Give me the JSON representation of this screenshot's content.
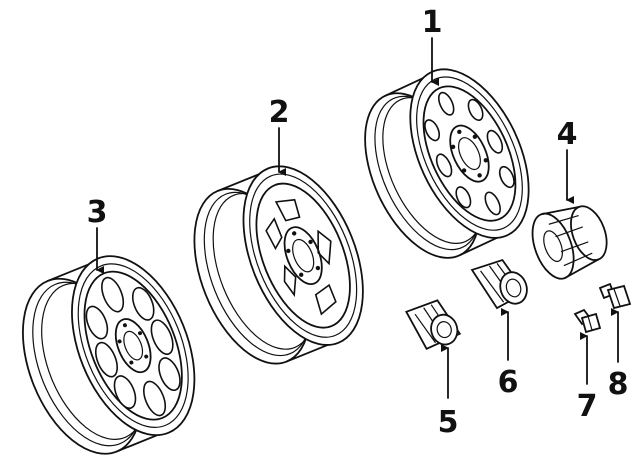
{
  "diagram": {
    "callouts": [
      {
        "id": "1",
        "label": "1"
      },
      {
        "id": "2",
        "label": "2"
      },
      {
        "id": "3",
        "label": "3"
      },
      {
        "id": "4",
        "label": "4"
      },
      {
        "id": "5",
        "label": "5"
      },
      {
        "id": "6",
        "label": "6"
      },
      {
        "id": "7",
        "label": "7"
      },
      {
        "id": "8",
        "label": "8"
      }
    ],
    "line_color": "#111111",
    "background_color": "#ffffff"
  }
}
